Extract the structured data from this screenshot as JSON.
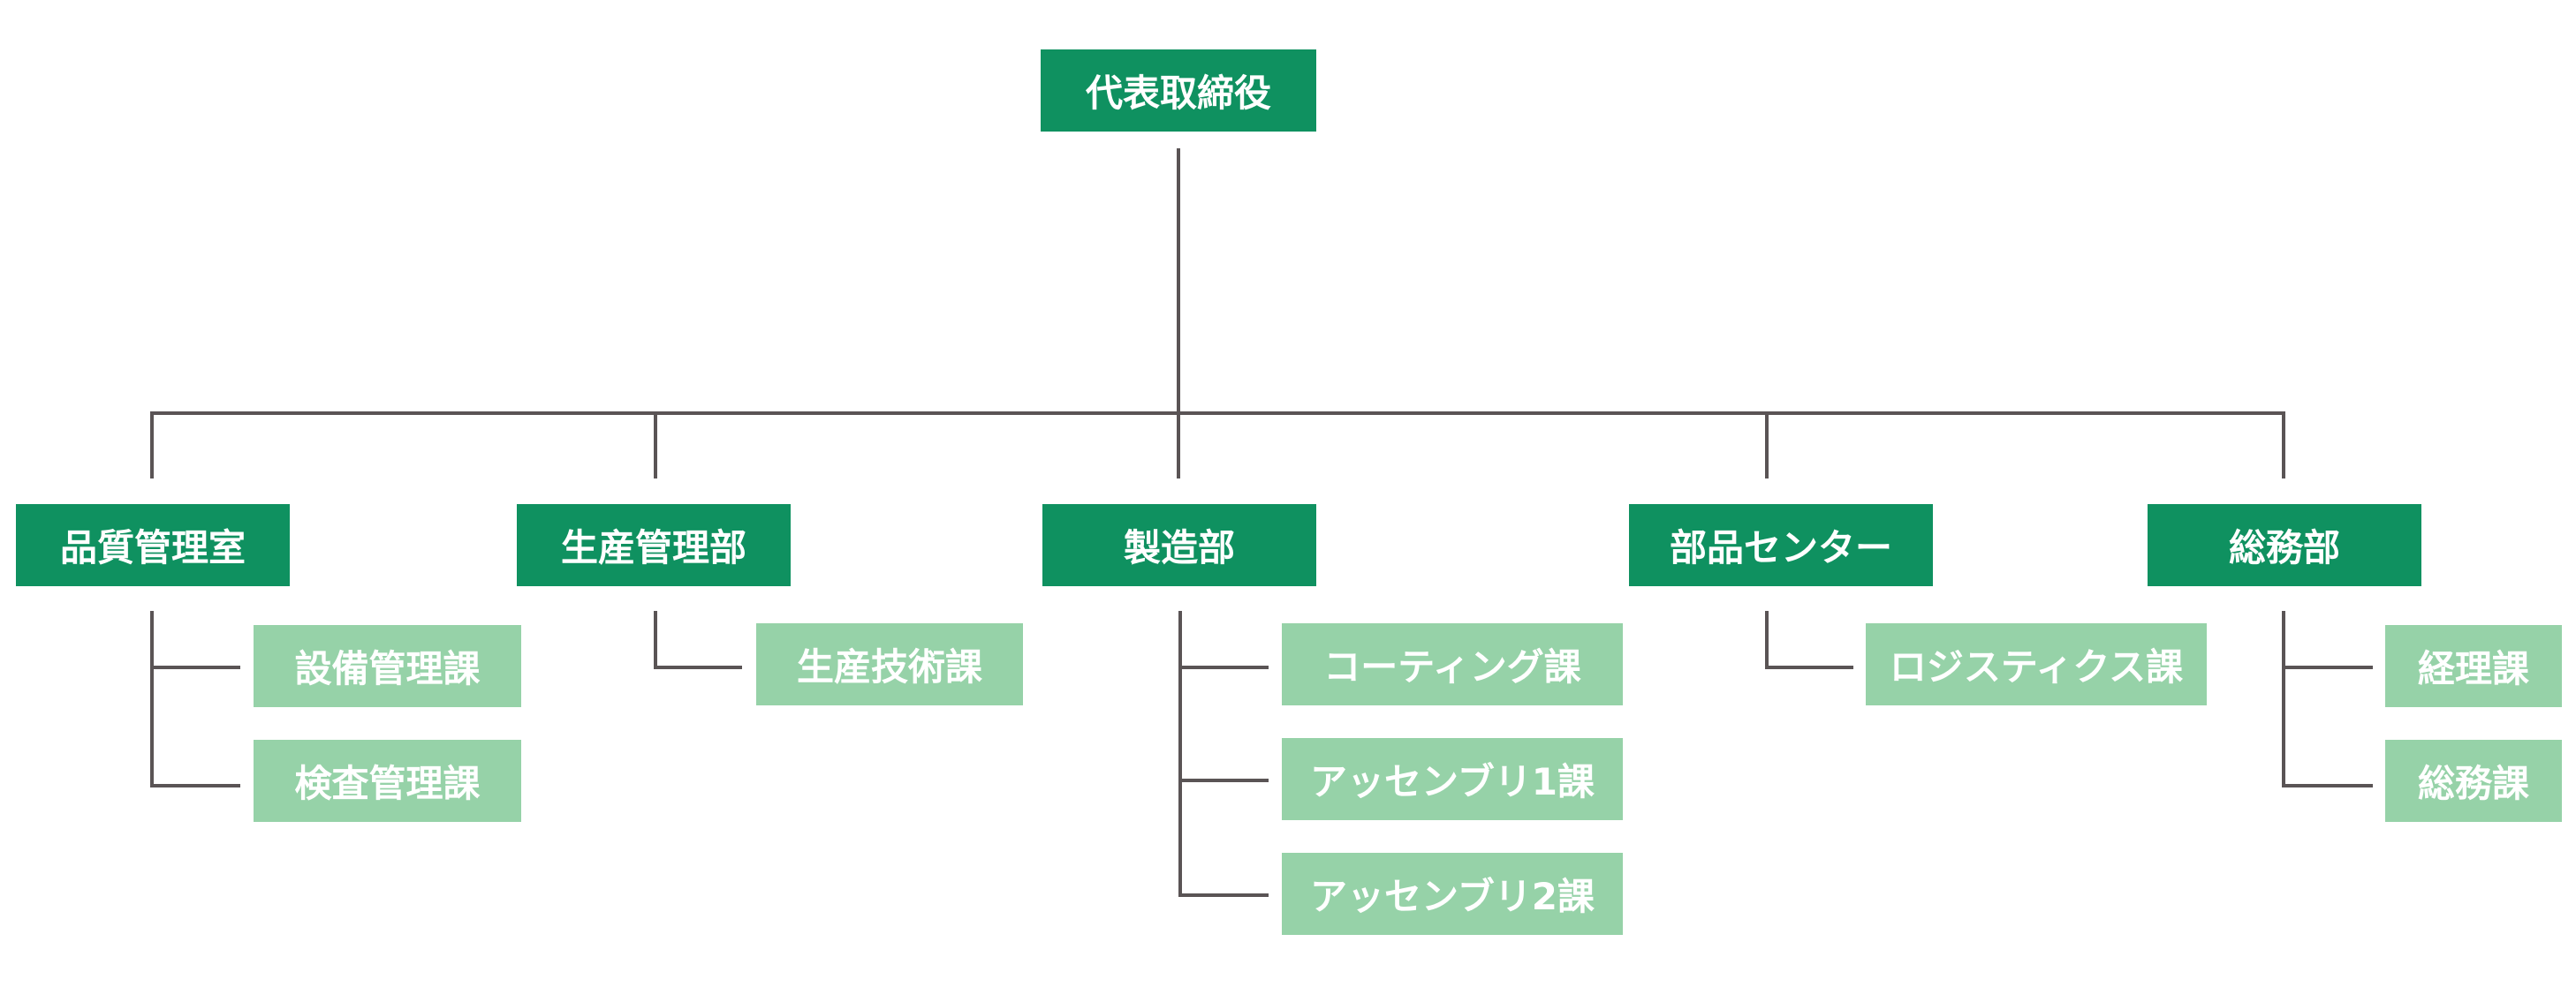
{
  "org_chart": {
    "root": {
      "label": "代表取締役"
    },
    "departments": [
      {
        "label": "品質管理室",
        "sections": [
          {
            "label": "設備管理課"
          },
          {
            "label": "検査管理課"
          }
        ]
      },
      {
        "label": "生産管理部",
        "sections": [
          {
            "label": "生産技術課"
          }
        ]
      },
      {
        "label": "製造部",
        "sections": [
          {
            "label": "コーティング課"
          },
          {
            "label": "アッセンブリ1課"
          },
          {
            "label": "アッセンブリ2課"
          }
        ]
      },
      {
        "label": "部品センター",
        "sections": [
          {
            "label": "ロジスティクス課"
          }
        ]
      },
      {
        "label": "総務部",
        "sections": [
          {
            "label": "経理課"
          },
          {
            "label": "総務課"
          }
        ]
      }
    ]
  },
  "colors": {
    "primary_box": "#0f9160",
    "secondary_box": "#96d2a8",
    "connector": "#5a5455",
    "text": "#ffffff"
  }
}
